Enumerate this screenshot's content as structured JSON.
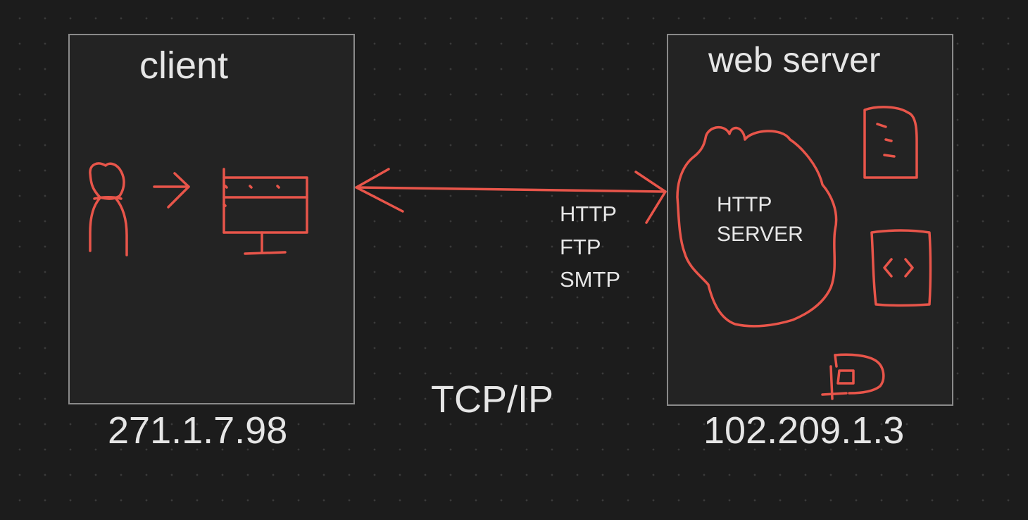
{
  "client": {
    "title": "client",
    "ip": "271.1.7.98"
  },
  "server": {
    "title": "web server",
    "ip": "102.209.1.3",
    "http_server_lines": [
      "HTTP",
      "SERVER"
    ]
  },
  "connection": {
    "protocols": [
      "HTTP",
      "FTP",
      "SMTP"
    ],
    "transport": "TCP/IP"
  },
  "colors": {
    "background": "#1c1c1c",
    "box_fill": "#232323",
    "box_border": "#8a8a8a",
    "text": "#e6e6e6",
    "sketch_stroke": "#e8554a"
  },
  "icons": [
    "person-icon",
    "arrow-right-icon",
    "monitor-icon",
    "cloud-icon",
    "document-icon",
    "code-file-icon",
    "file-icon",
    "bidirectional-arrow-icon"
  ]
}
